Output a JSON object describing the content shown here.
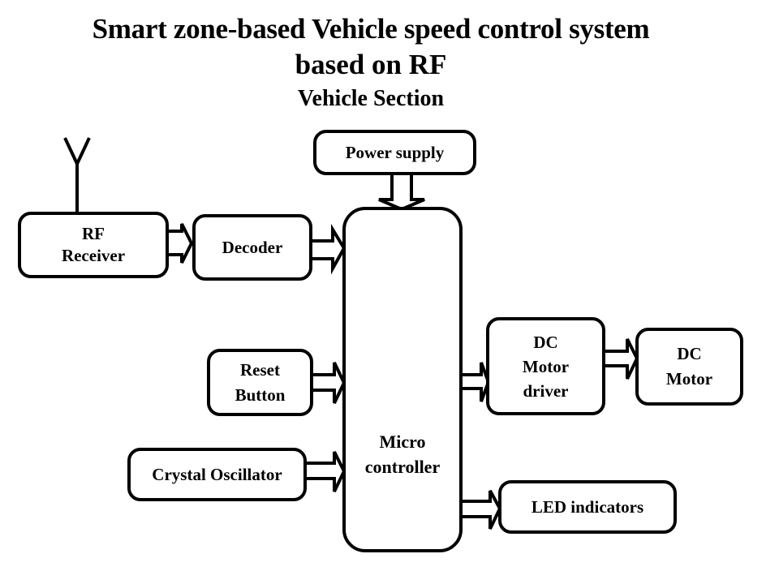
{
  "title": {
    "line1": "Smart zone-based Vehicle speed control system",
    "line2": "based on RF",
    "subtitle": "Vehicle Section"
  },
  "blocks": {
    "power_supply": "Power supply",
    "rf_receiver": [
      "RF",
      "Receiver"
    ],
    "decoder": "Decoder",
    "microcontroller": [
      "Micro",
      "controller"
    ],
    "reset_button": [
      "Reset",
      "Button"
    ],
    "crystal_oscillator": "Crystal Oscillator",
    "dc_motor_driver": [
      "DC",
      "Motor",
      "driver"
    ],
    "dc_motor": [
      "DC",
      "Motor"
    ],
    "led_indicators": "LED indicators"
  },
  "icons": {
    "antenna": "antenna-icon"
  },
  "connections": [
    {
      "from": "Power supply",
      "to": "Micro controller"
    },
    {
      "from": "RF Receiver",
      "to": "Decoder"
    },
    {
      "from": "Decoder",
      "to": "Micro controller"
    },
    {
      "from": "Reset Button",
      "to": "Micro controller"
    },
    {
      "from": "Crystal Oscillator",
      "to": "Micro controller"
    },
    {
      "from": "Micro controller",
      "to": "DC Motor driver"
    },
    {
      "from": "DC Motor driver",
      "to": "DC Motor"
    },
    {
      "from": "Micro controller",
      "to": "LED indicators"
    }
  ]
}
